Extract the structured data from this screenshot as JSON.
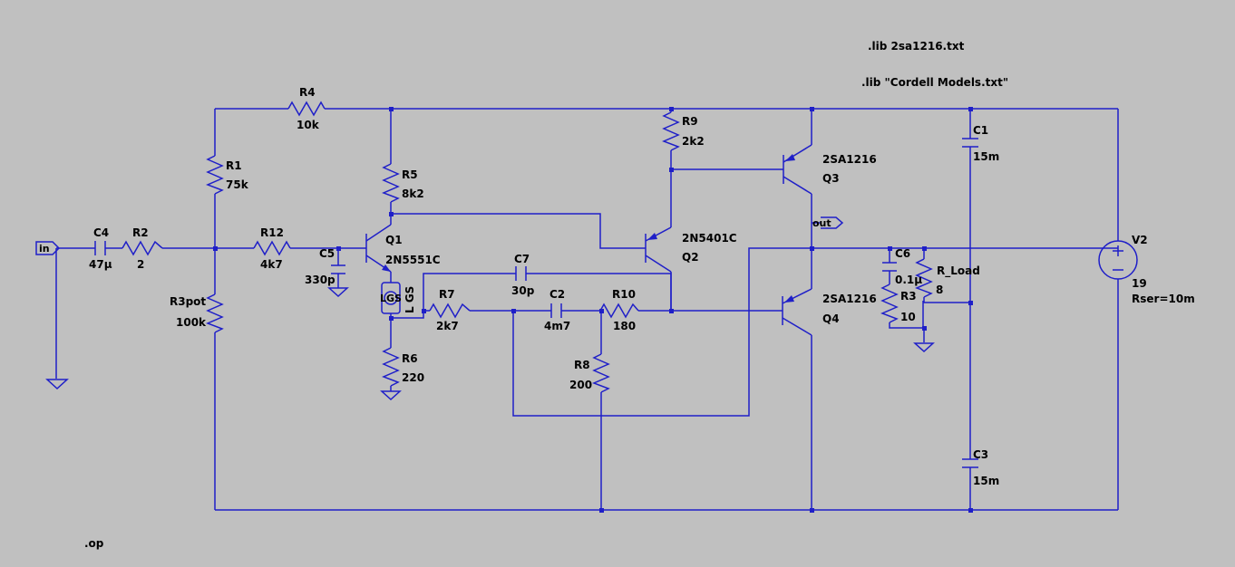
{
  "directives": {
    "lib1": ".lib 2sa1216.txt",
    "lib2": ".lib \"Cordell Models.txt\"",
    "op": ".op"
  },
  "ports": {
    "in": "in",
    "out": "out"
  },
  "components": {
    "R4": {
      "name": "R4",
      "value": "10k"
    },
    "R1": {
      "name": "R1",
      "value": "75k"
    },
    "R3pot": {
      "name": "R3pot",
      "value": "100k"
    },
    "C4": {
      "name": "C4",
      "value": "47µ"
    },
    "R2": {
      "name": "R2",
      "value": "2"
    },
    "R12": {
      "name": "R12",
      "value": "4k7"
    },
    "C5": {
      "name": "C5",
      "value": "330p"
    },
    "Q1": {
      "name": "Q1",
      "value": "2N5551C"
    },
    "R5": {
      "name": "R5",
      "value": "8k2"
    },
    "LGS": {
      "name": "L GS",
      "symbol": "LGS"
    },
    "R6": {
      "name": "R6",
      "value": "220"
    },
    "R7": {
      "name": "R7",
      "value": "2k7"
    },
    "C7": {
      "name": "C7",
      "value": "30p"
    },
    "C2": {
      "name": "C2",
      "value": "4m7"
    },
    "R10": {
      "name": "R10",
      "value": "180"
    },
    "R8": {
      "name": "R8",
      "value": "200"
    },
    "R9": {
      "name": "R9",
      "value": "2k2"
    },
    "Q2": {
      "name": "Q2",
      "value": "2N5401C"
    },
    "Q3": {
      "name": "Q3",
      "value": "2SA1216"
    },
    "Q4": {
      "name": "Q4",
      "value": "2SA1216"
    },
    "C6": {
      "name": "C6",
      "value": "0.1µ"
    },
    "R3": {
      "name": "R3",
      "value": "10"
    },
    "RLoad": {
      "name": "R_Load",
      "value": "8"
    },
    "C1": {
      "name": "C1",
      "value": "15m"
    },
    "C3": {
      "name": "C3",
      "value": "15m"
    },
    "V2": {
      "name": "V2",
      "value": "19",
      "extra": "Rser=10m"
    }
  }
}
